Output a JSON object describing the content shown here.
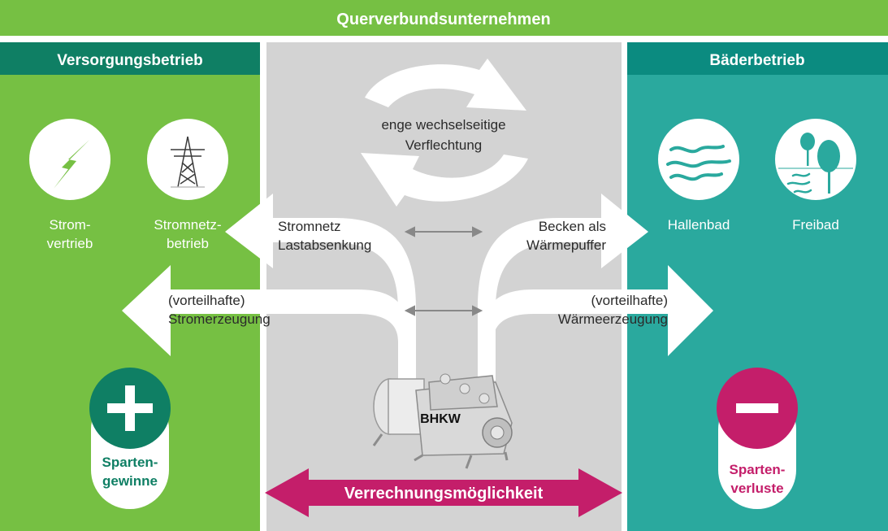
{
  "header": {
    "title": "Querverbundsunternehmen"
  },
  "left_panel": {
    "title": "Versorgungsbetrieb",
    "items": [
      {
        "icon": "lightning-icon",
        "label_lines": [
          "Strom-",
          "vertrieb"
        ]
      },
      {
        "icon": "power-pylon-icon",
        "label_lines": [
          "Stromnetz-",
          "betrieb"
        ]
      }
    ],
    "badge": {
      "symbol": "+",
      "label_lines": [
        "Sparten-",
        "gewinne"
      ]
    }
  },
  "right_panel": {
    "title": "Bäderbetrieb",
    "items": [
      {
        "icon": "waves-icon",
        "label": "Hallenbad"
      },
      {
        "icon": "trees-water-icon",
        "label": "Freibad"
      }
    ],
    "badge": {
      "symbol": "−",
      "label_lines": [
        "Sparten-",
        "verluste"
      ]
    }
  },
  "center": {
    "cycle_label_lines": [
      "enge wechselseitige",
      "Verflechtung"
    ],
    "arrows": {
      "upper_left": [
        "Stromnetz",
        "Lastabsenkung"
      ],
      "upper_right": [
        "Becken als",
        "Wärmepuffer"
      ],
      "lower_left": [
        "(vorteilhafte)",
        "Stromerzeugung"
      ],
      "lower_right": [
        "(vorteilhafte)",
        "Wärmeerzeugung"
      ]
    },
    "engine_label": "BHKW",
    "bottom_arrow_label": "Verrechnungsmöglichkeit"
  },
  "colors": {
    "green": "#76c043",
    "dark_green": "#0f7f64",
    "teal": "#2aa99e",
    "dark_teal": "#0b8b80",
    "gray": "#d3d3d3",
    "magenta": "#c41e6a"
  }
}
